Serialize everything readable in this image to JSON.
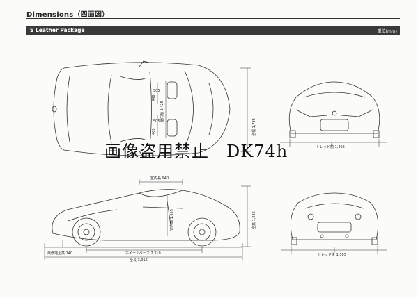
{
  "page_title": "Dimensions（四面図）",
  "section_title": "S Leather Package",
  "unit_label": "単位(mm)",
  "watermark": "画像盗用禁止　DK74h",
  "top_view": {
    "overall_width_label": "全幅 1,735",
    "front_seat_dim_a": "505",
    "front_seat_dim_b": "440",
    "rear_seat_dim_a": "505",
    "rear_seat_dim_b": "460",
    "cabin_width_label": "室内幅 1,425"
  },
  "front_view": {
    "front_track_label": "トレッド前 1,495"
  },
  "side_view": {
    "cabin_length_label": "室内長 940",
    "cabin_height_label": "室内高 1,055",
    "overall_height_label": "全高 1,235",
    "ground_clearance_label": "最低地上高 140",
    "wheelbase_label": "ホイールベース 2,310",
    "overall_length_label": "全長 3,915"
  },
  "rear_view": {
    "rear_track_label": "トレッド後 1,505"
  }
}
